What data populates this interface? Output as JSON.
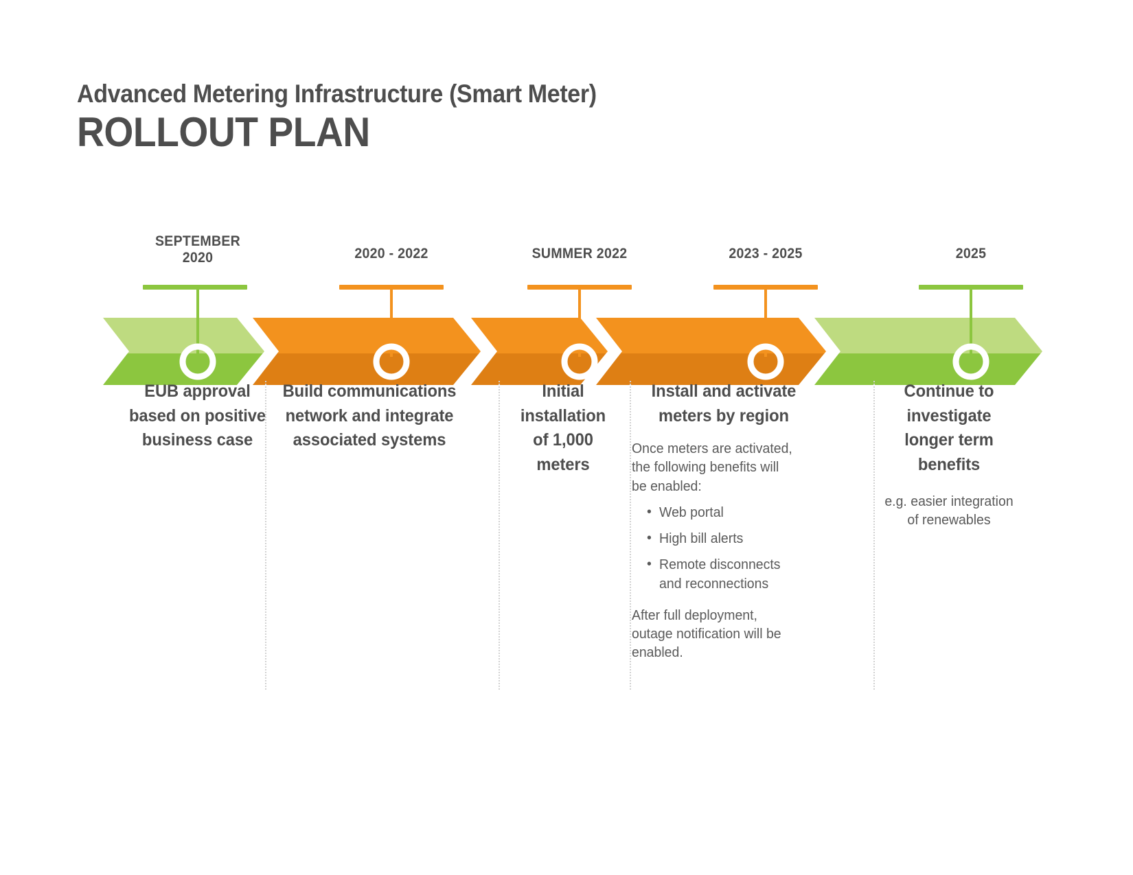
{
  "title": {
    "line1": "Advanced Metering Infrastructure (Smart Meter)",
    "line2": "ROLLOUT PLAN"
  },
  "colors": {
    "green_light": "#BEDB80",
    "green_dark": "#8CC63F",
    "orange_light": "#F3921E",
    "orange_dark": "#DE7F14",
    "text_dark": "#4d4d4d",
    "text_body": "#595959",
    "separator": "#d2d2d2"
  },
  "chart_data": {
    "type": "timeline",
    "title": "Advanced Metering Infrastructure (Smart Meter) ROLLOUT PLAN",
    "stage_count": 5,
    "stages": [
      {
        "date": "SEPTEMBER\n2020",
        "color": "green",
        "heading": "EUB approval based on positive business case"
      },
      {
        "date": "2020 - 2022",
        "color": "orange",
        "heading": "Build communications network and integrate associated systems"
      },
      {
        "date": "SUMMER 2022",
        "color": "orange",
        "heading": "Initial installation of 1,000 meters"
      },
      {
        "date": "2023 - 2025",
        "color": "orange",
        "heading": "Install and activate meters by region"
      },
      {
        "date": "2025",
        "color": "green",
        "heading": "Continue to investigate longer term benefits"
      }
    ]
  },
  "stages": [
    {
      "date": "SEPTEMBER\n2020",
      "heading": "EUB approval\nbased on positive\nbusiness case",
      "sub": "",
      "bullets": [],
      "tail": ""
    },
    {
      "date": "2020 - 2022",
      "heading": "Build communications\nnetwork and integrate\nassociated systems",
      "sub": "",
      "bullets": [],
      "tail": ""
    },
    {
      "date": "SUMMER 2022",
      "heading": "Initial\ninstallation\nof 1,000\nmeters",
      "sub": "",
      "bullets": [],
      "tail": ""
    },
    {
      "date": "2023 - 2025",
      "heading": "Install and activate\nmeters by region",
      "sub": "Once meters are activated, the following benefits will be enabled:",
      "bullets": [
        "Web portal",
        "High bill alerts",
        "Remote disconnects and reconnections"
      ],
      "tail": "After full deployment, outage notification will be enabled."
    },
    {
      "date": "2025",
      "heading": "Continue to\ninvestigate\nlonger term\nbenefits",
      "sub": "e.g. easier integration of renewables",
      "bullets": [],
      "tail": ""
    }
  ]
}
